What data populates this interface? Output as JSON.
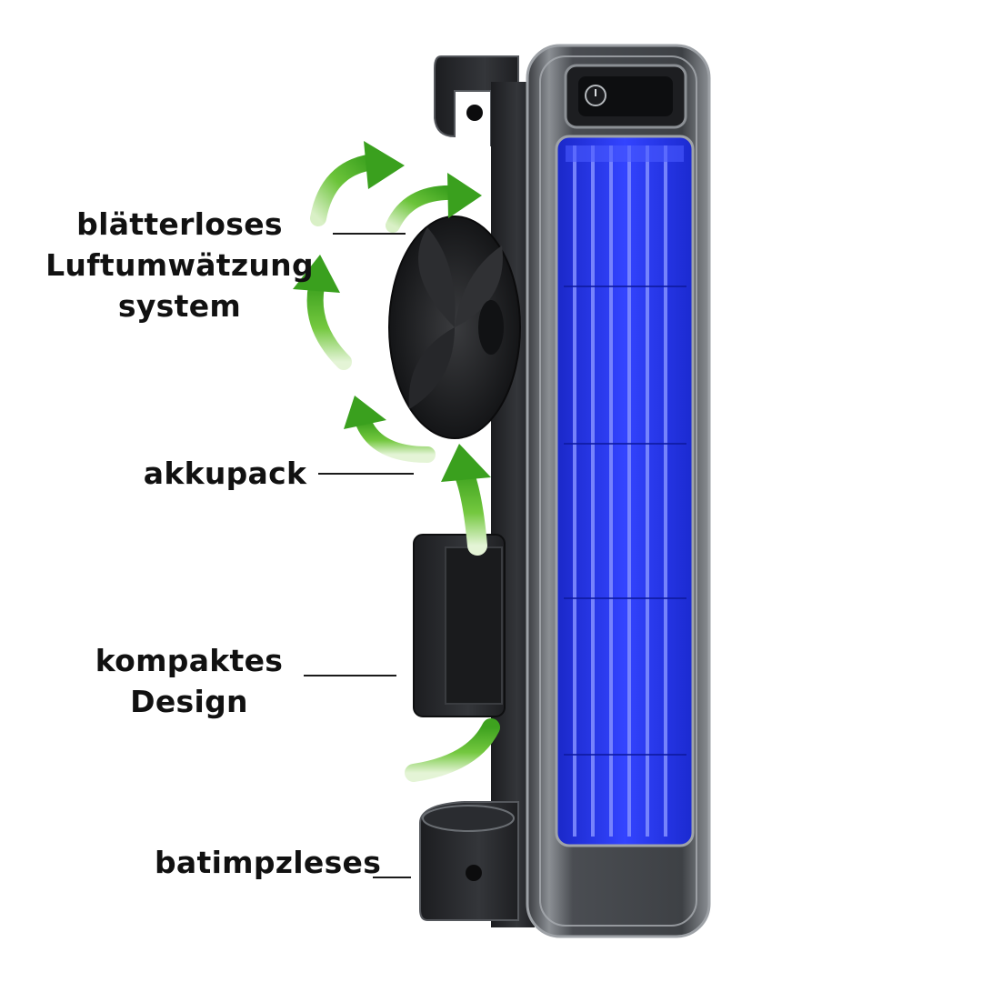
{
  "callouts": {
    "fan": {
      "lines": [
        "blätterloses",
        "Luftumwätzung",
        "system"
      ]
    },
    "battery": {
      "lines": [
        "akkupack"
      ]
    },
    "compact": {
      "lines": [
        "kompaktes",
        "Design"
      ]
    },
    "base": {
      "lines": [
        "batimpzleses"
      ]
    }
  },
  "colors": {
    "accent_arrow": "#5bb82e",
    "vent_blue": "#2336e6",
    "body_dark": "#2b2d31",
    "body_metal": "#6f7378"
  },
  "icons": {
    "power": "power-icon",
    "airflow": "curved-arrow-icon"
  }
}
